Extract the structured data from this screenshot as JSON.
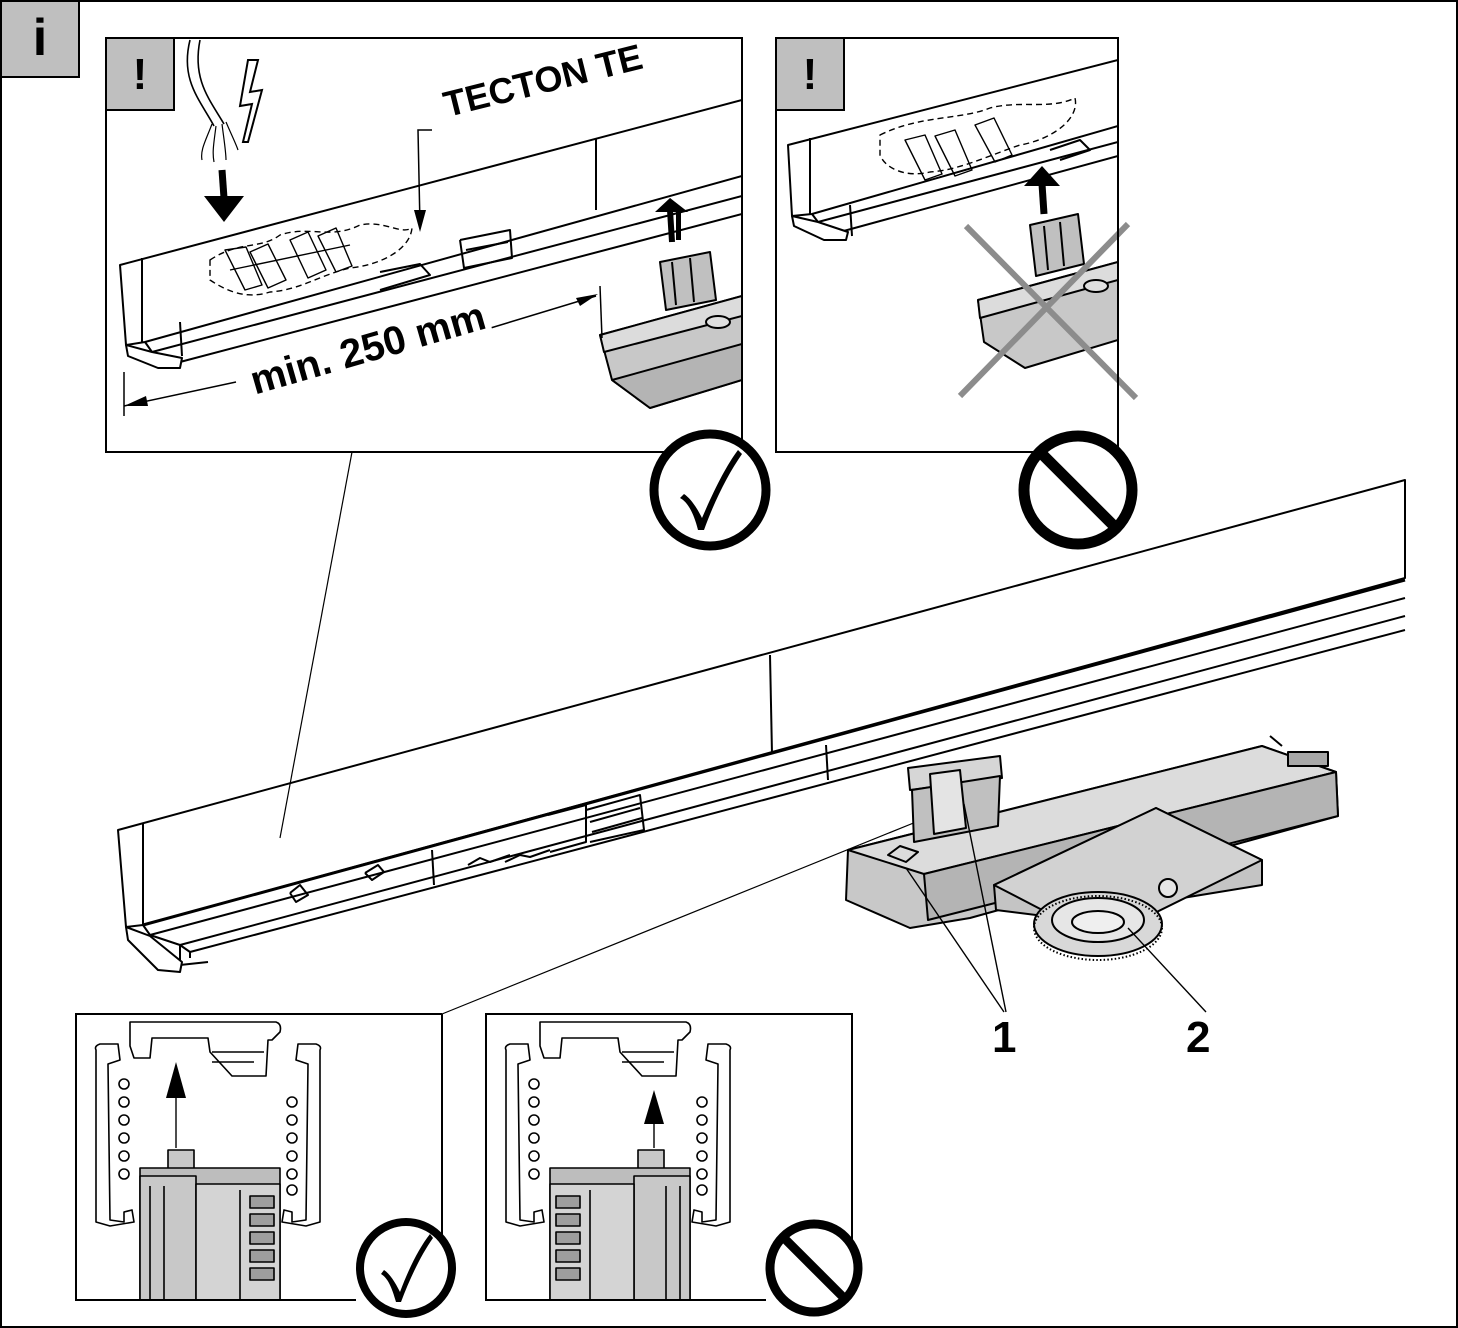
{
  "info_badge": "i",
  "callout_top_left": {
    "warning_mark": "!",
    "product_label": "TECTON TE",
    "distance_label": "min. 250 mm",
    "verdict_icon": "check-circle-icon"
  },
  "callout_top_right": {
    "warning_mark": "!",
    "verdict_icon": "prohibited-circle-icon"
  },
  "callout_bottom_left": {
    "verdict_icon": "check-circle-icon"
  },
  "callout_bottom_right": {
    "verdict_icon": "prohibited-circle-icon"
  },
  "part_labels": {
    "adapter_latches": "1",
    "lens_ring": "2"
  },
  "colors": {
    "line": "#000000",
    "device_grey": "#c8c8c8",
    "tab_grey": "#bfbfbf",
    "cross_grey": "#8c8c8c"
  }
}
